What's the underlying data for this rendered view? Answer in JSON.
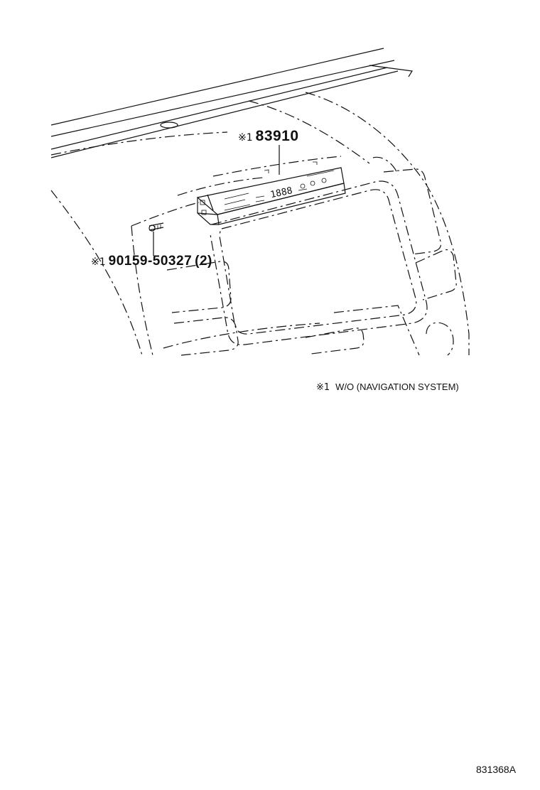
{
  "callouts": {
    "clock": {
      "mark": "※1",
      "part_number": "83910"
    },
    "screw": {
      "mark": "※1",
      "part_number": "90159-50327",
      "quantity": "(2)"
    }
  },
  "note": {
    "mark": "※1",
    "text": "W/O (NAVIGATION SYSTEM)"
  },
  "display": {
    "digits": "1888"
  },
  "illustration_id": "831368A"
}
